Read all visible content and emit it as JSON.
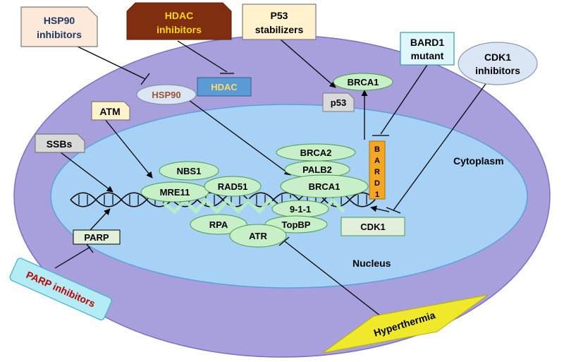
{
  "cell": {
    "cytoplasm_label": "Cytoplasm",
    "nucleus_label": "Nucleus"
  },
  "drugs": {
    "hsp90_inhibitors": [
      "HSP90",
      "inhibitors"
    ],
    "hdac_inhibitors": [
      "HDAC",
      "inhibitors"
    ],
    "p53_stabilizers": [
      "P53",
      "stabilizers"
    ],
    "bard1_mutant": [
      "BARD1",
      "mutant"
    ],
    "cdk1_inhibitors": [
      "CDK1",
      "inhibitors"
    ],
    "parp_inhibitors": "PARP inhibitors",
    "hyperthermia": "Hyperthermia"
  },
  "damage": {
    "atm": "ATM",
    "ssbs": "SSBs",
    "parp": "PARP"
  },
  "proteins": {
    "hsp90": "HSP90",
    "hdac": "HDAC",
    "brca1_cyto": "BRCA1",
    "p53": "p53",
    "bard1": [
      "B",
      "A",
      "R",
      "D",
      "1"
    ],
    "nbs1": "NBS1",
    "mre11": "MRE11",
    "rad51": "RAD51",
    "brca2": "BRCA2",
    "palb2": "PALB2",
    "brca1_nuc": "BRCA1",
    "nine_one_one": "9-1-1",
    "topbp": "TopBP",
    "rpa": "RPA",
    "atr": "ATR",
    "cdk1": "CDK1"
  },
  "colors": {
    "cytoplasm": "#a8a0dc",
    "nucleus": "#a8d2f5",
    "protein_fill": "#c8f0c8",
    "bard1": "#f5a623",
    "hdac": "#5b9bd5",
    "hdac_text": "#ffd966",
    "hyperthermia": "#f0e82a",
    "parp_inh": "#b3ecf5",
    "parp_inh_text": "#c00000",
    "hdac_inh": "#7f2f10",
    "hdac_inh_text": "#ffd700",
    "hsp90_text": "#a0522d",
    "navy": "#1f3864"
  }
}
